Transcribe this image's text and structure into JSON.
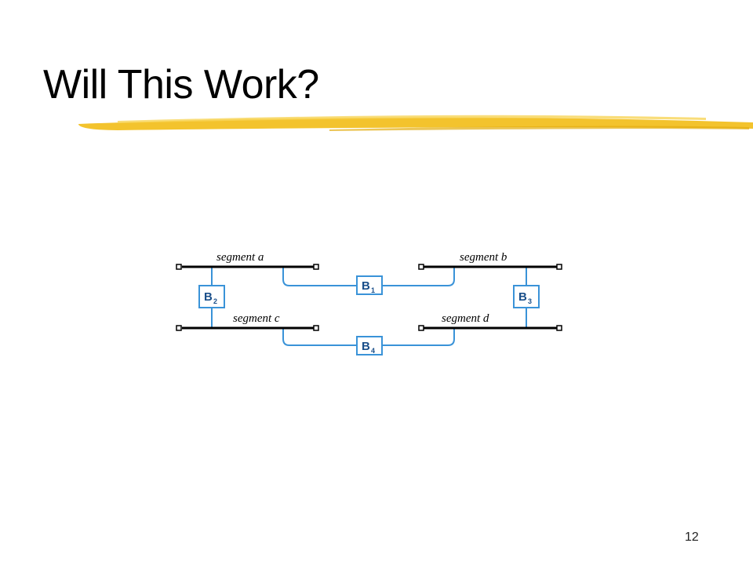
{
  "slide": {
    "title": "Will This Work?",
    "page_number": "12",
    "accent_color": "#f2c022"
  },
  "diagram": {
    "segments": [
      {
        "id": "a",
        "label": "segment a"
      },
      {
        "id": "b",
        "label": "segment b"
      },
      {
        "id": "c",
        "label": "segment c"
      },
      {
        "id": "d",
        "label": "segment d"
      }
    ],
    "bridges": [
      {
        "id": "B1",
        "letter": "B",
        "sub": "1",
        "connects": [
          "segment a",
          "segment b"
        ]
      },
      {
        "id": "B2",
        "letter": "B",
        "sub": "2",
        "connects": [
          "segment a",
          "segment c"
        ]
      },
      {
        "id": "B3",
        "letter": "B",
        "sub": "3",
        "connects": [
          "segment b",
          "segment d"
        ]
      },
      {
        "id": "B4",
        "letter": "B",
        "sub": "4",
        "connects": [
          "segment c",
          "segment d"
        ]
      }
    ],
    "colors": {
      "segment_line": "#000000",
      "bridge_line": "#3a93d8",
      "bridge_box_fill": "#ffffff",
      "bridge_text": "#1a4f8a"
    }
  }
}
